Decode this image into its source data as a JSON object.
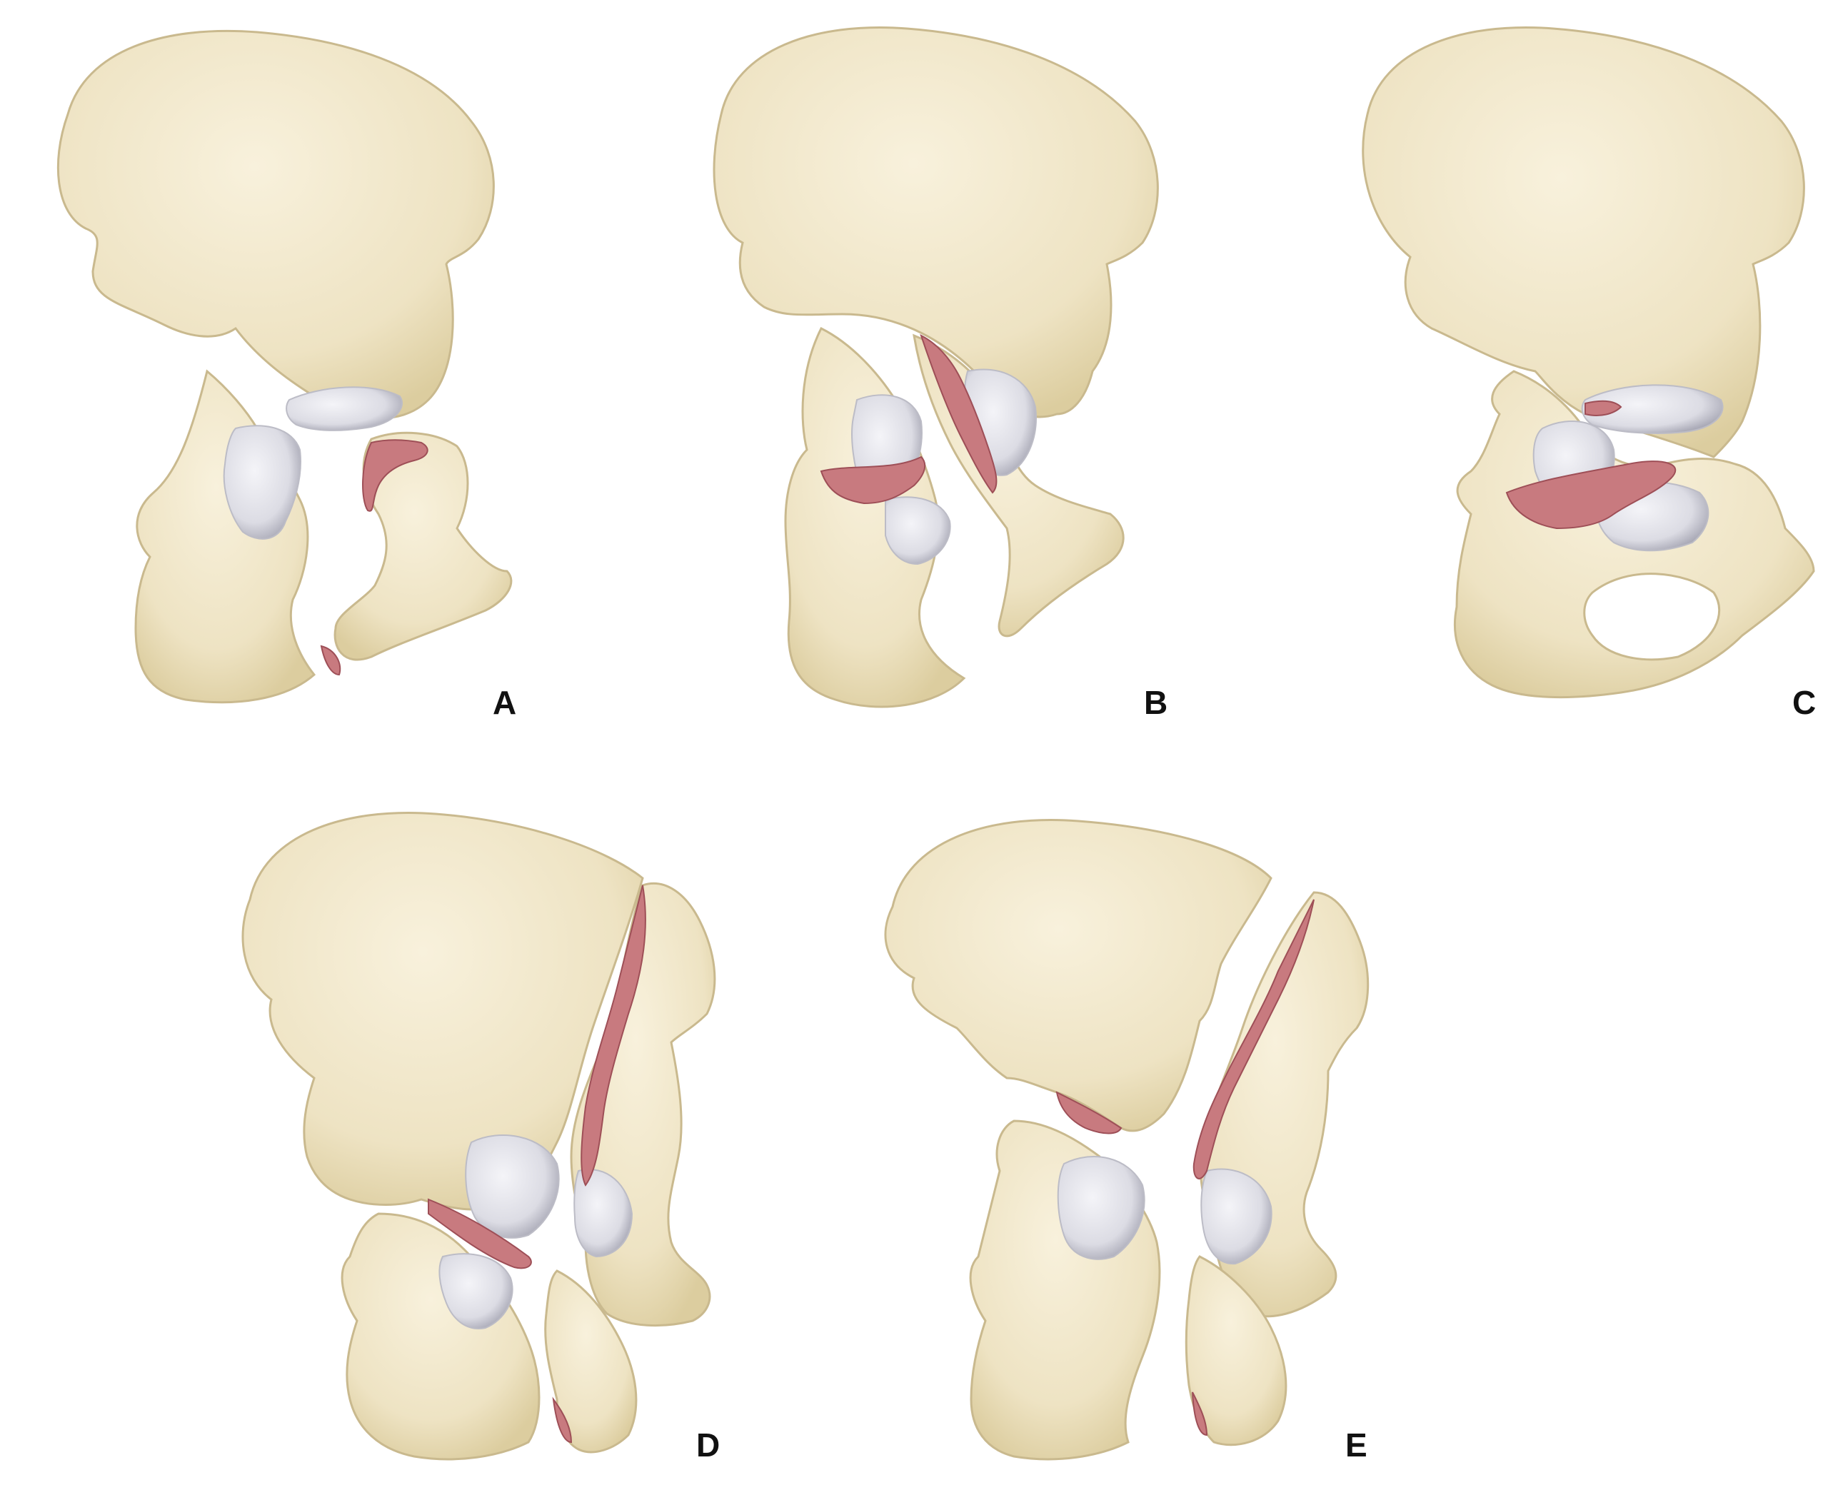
{
  "colors": {
    "bone": "#efe5c7",
    "bone_shadow": "#d7c9a2",
    "bone_highlight": "#f7f0da",
    "outline": "#c9b98e",
    "cartilage": "#e6e6ec",
    "cartilage_shadow": "#bcbcc6",
    "fracture": "#c87a7f",
    "fracture_dark": "#9e4f57",
    "label": "#111111",
    "background": "#ffffff"
  },
  "panels": [
    {
      "id": "A",
      "label": "A"
    },
    {
      "id": "B",
      "label": "B"
    },
    {
      "id": "C",
      "label": "C"
    },
    {
      "id": "D",
      "label": "D"
    },
    {
      "id": "E",
      "label": "E"
    }
  ]
}
